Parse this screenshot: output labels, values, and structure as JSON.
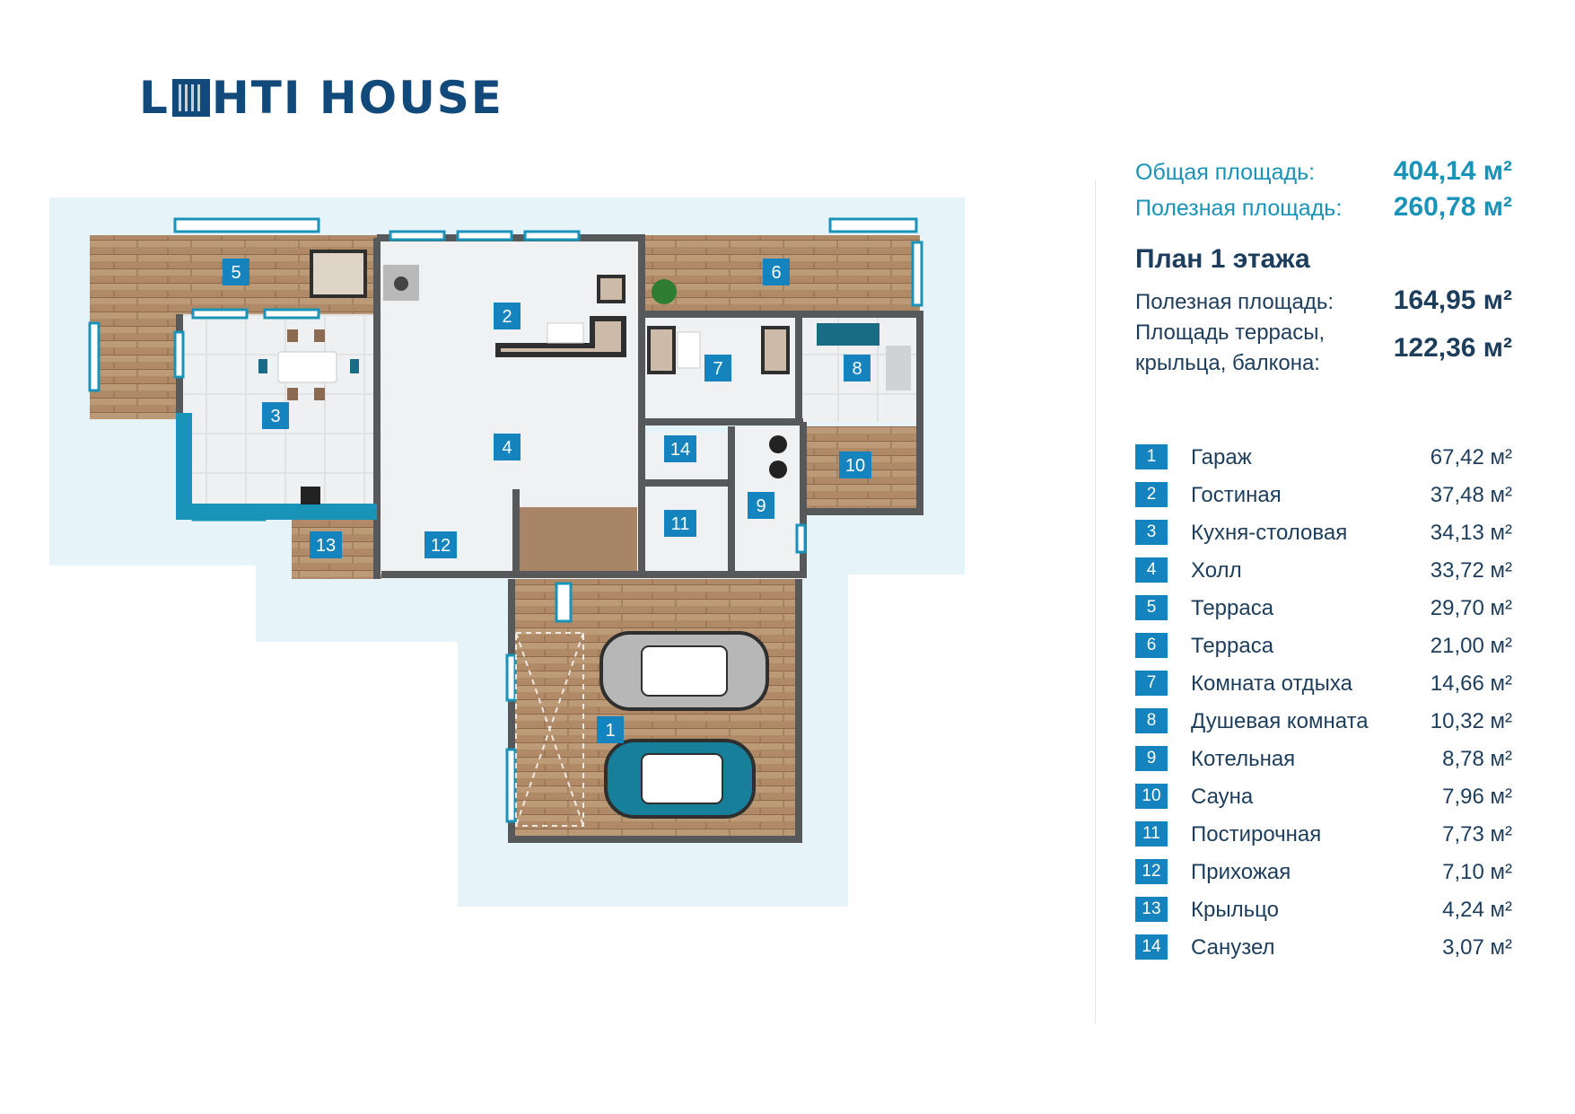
{
  "brand": {
    "logo_left": "L",
    "logo_right": "HTI HOUSE"
  },
  "stats": {
    "total_label": "Общая площадь:",
    "total_value": "404,14 м²",
    "useful_label": "Полезная площадь:",
    "useful_value": "260,78 м²"
  },
  "floor": {
    "title": "План 1 этажа",
    "useful_label": "Полезная площадь:",
    "useful_value": "164,95 м²",
    "terrace_label_line1": "Площадь террасы,",
    "terrace_label_line2": "крыльца, балкона:",
    "terrace_value": "122,36 м²"
  },
  "rooms": [
    {
      "num": "1",
      "name": "Гараж",
      "area": "67,42 м²"
    },
    {
      "num": "2",
      "name": "Гостиная",
      "area": "37,48 м²"
    },
    {
      "num": "3",
      "name": "Кухня-столовая",
      "area": "34,13 м²"
    },
    {
      "num": "4",
      "name": "Холл",
      "area": "33,72 м²"
    },
    {
      "num": "5",
      "name": "Терраса",
      "area": "29,70 м²"
    },
    {
      "num": "6",
      "name": "Терраса",
      "area": "21,00 м²"
    },
    {
      "num": "7",
      "name": "Комната отдыха",
      "area": "14,66 м²"
    },
    {
      "num": "8",
      "name": "Душевая комната",
      "area": "10,32 м²"
    },
    {
      "num": "9",
      "name": "Котельная",
      "area": "8,78 м²"
    },
    {
      "num": "10",
      "name": "Сауна",
      "area": "7,96 м²"
    },
    {
      "num": "11",
      "name": "Постирочная",
      "area": "7,73 м²"
    },
    {
      "num": "12",
      "name": "Прихожая",
      "area": "7,10 м²"
    },
    {
      "num": "13",
      "name": "Крыльцо",
      "area": "4,24 м²"
    },
    {
      "num": "14",
      "name": "Санузел",
      "area": "3,07 м²"
    }
  ],
  "colors": {
    "brand_navy": "#114a7a",
    "accent_blue": "#1a93b8",
    "badge_blue": "#1583bd",
    "text_dark": "#1d3d5c"
  }
}
